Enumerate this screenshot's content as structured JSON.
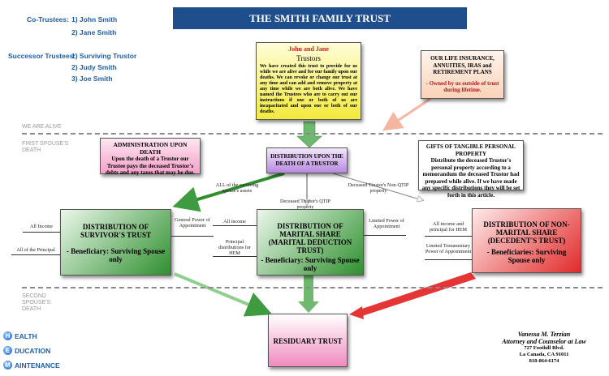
{
  "trustees": {
    "co_label": "Co-Trustees:",
    "co": [
      "1) John Smith",
      "2) Jane Smith"
    ],
    "successor_label": "Successor Trustees:",
    "successor": [
      "1) Surviving Trustor",
      "2) Judy Smith",
      "3) Joe Smith"
    ]
  },
  "title": "THE SMITH FAMILY TRUST",
  "john_jane": {
    "heading": "John and Jane",
    "sub": "Trustors",
    "text": "We have created this trust to provide for us while we are alive and for our family upon our deaths. We can revoke or change our trust at any time and can add and remove property at any time while we are both alive. We have named the Trustees who are to carry out our instructions if one or both of us are incapacitated and upon one or both of our deaths."
  },
  "insurance": {
    "title": "OUR LIFE INSURANCE, ANNUITIES, IRAS and RETIREMENT PLANS",
    "text": "- Owned by us outside of trust during lifetime."
  },
  "sections": {
    "alive": "WE ARE ALIVE",
    "first_death": "FIRST SPOUSE'S DEATH",
    "second_death": "SECOND SPOUSE'S DEATH"
  },
  "admin": {
    "title": "ADMINISTRATION UPON DEATH",
    "text": "Upon the death of a Trustor our Trustee pays the deceased Trustor's debts and any taxes that may be due."
  },
  "dist_death": "DISTRIBUTION UPON THE DEATH OF A TRUSTOR",
  "gifts": {
    "title": "GIFTS OF TANGIBLE PERSONAL PROPERTY",
    "text": "Distribute the deceased Trustor's personal property according to a memorandum the deceased Trustor had prepared while alive. If we have made any specific distributions they will be set forth in this article."
  },
  "flow_labels": {
    "all_surviving": "ALL of the surviving spouse's assets",
    "qtip": "Deceased Trustor's QTIP property",
    "non_qtip": "Deceased Trustor's Non-QTIP property"
  },
  "survivor": {
    "title": "DISTRIBUTION OF SURVIVOR'S TRUST",
    "beneficiary": "- Beneficiary: Surviving Spouse only",
    "left_labels": [
      "All Income",
      "All of the Principal"
    ],
    "right_label": "General Power of Appointment"
  },
  "marital": {
    "title": "DISTRIBUTION OF MARITAL SHARE (MARITAL DEDUCTION TRUST)",
    "beneficiary": "- Beneficiary: Surviving Spouse only",
    "left_labels": [
      "All income",
      "Principal distributions for HEM"
    ],
    "right_label": "Limited Power of Appointment"
  },
  "nonmarital": {
    "title": "DISTRIBUTION OF NON-MARITAL SHARE (DECEDENT'S TRUST)",
    "beneficiary": "- Beneficiaries: Surviving Spouse only",
    "left_labels": [
      "All income and principal for HEM",
      "Limited Testamentary Power of Appointment"
    ]
  },
  "residuary": "RESIDUARY TRUST",
  "hem": [
    {
      "letter": "H",
      "rest": "EALTH"
    },
    {
      "letter": "E",
      "rest": "DUCATION"
    },
    {
      "letter": "M",
      "rest": "AINTENANCE"
    }
  ],
  "attorney": {
    "name": "Vanessa M. Terzian",
    "role": "Attorney and Counselor at Law",
    "address1": "727 Foothill Blvd.",
    "address2": "La Canada, CA 91011",
    "phone": "818-864-6174"
  },
  "colors": {
    "title_bg": "#1f4e8c",
    "green": "#3f9b3f",
    "pink": "#f08bbf",
    "red": "#e12a2a",
    "purple": "#a774d6",
    "yellow": "#f3ea3c"
  }
}
